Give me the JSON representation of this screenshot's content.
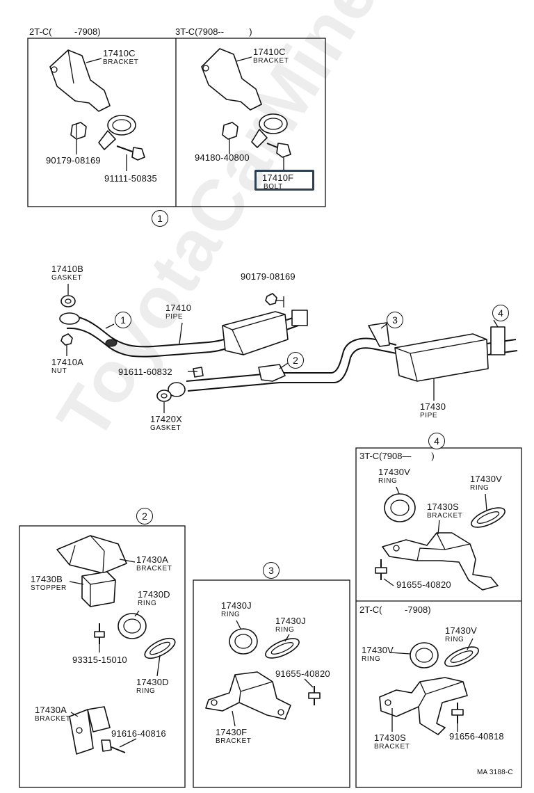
{
  "watermark": "ToyotaCarMine.ru",
  "footer_code": "MA 3188-C",
  "headers": {
    "p1_left": "2T-C(         -7908)",
    "p1_right": "3T-C(7908--          )",
    "p4_top": "3T-C(7908—        )",
    "p4_bottom": "2T-C(         -7908)"
  },
  "callouts": {
    "c1": "1",
    "c2": "2",
    "c3": "3",
    "c4": "4"
  },
  "parts": {
    "p1_17410c_a": {
      "num": "17410C",
      "name": "BRACKET"
    },
    "p1_90179_a": {
      "num": "90179-08169",
      "name": ""
    },
    "p1_91111": {
      "num": "91111-50835",
      "name": ""
    },
    "p1_17410c_b": {
      "num": "17410C",
      "name": "BRACKET"
    },
    "p1_94180": {
      "num": "94180-40800",
      "name": ""
    },
    "p1_17410f": {
      "num": "17410F",
      "name": "BOLT"
    },
    "m_17410b": {
      "num": "17410B",
      "name": "GASKET"
    },
    "m_90179": {
      "num": "90179-08169",
      "name": ""
    },
    "m_17410": {
      "num": "17410",
      "name": "PIPE"
    },
    "m_17410a": {
      "num": "17410A",
      "name": "NUT"
    },
    "m_91611": {
      "num": "91611-60832",
      "name": ""
    },
    "m_17420x": {
      "num": "17420X",
      "name": "GASKET"
    },
    "m_17430": {
      "num": "17430",
      "name": "PIPE"
    },
    "p2_17430a": {
      "num": "17430A",
      "name": "BRACKET"
    },
    "p2_17430b": {
      "num": "17430B",
      "name": "STOPPER"
    },
    "p2_17430d_a": {
      "num": "17430D",
      "name": "RING"
    },
    "p2_93315": {
      "num": "93315-15010",
      "name": ""
    },
    "p2_17430d_b": {
      "num": "17430D",
      "name": "RING"
    },
    "p2_17430a_b": {
      "num": "17430A",
      "name": "BRACKET"
    },
    "p2_91616": {
      "num": "91616-40816",
      "name": ""
    },
    "p3_17430j_a": {
      "num": "17430J",
      "name": "RING"
    },
    "p3_17430j_b": {
      "num": "17430J",
      "name": "RING"
    },
    "p3_91655": {
      "num": "91655-40820",
      "name": ""
    },
    "p3_17430f": {
      "num": "17430F",
      "name": "BRACKET"
    },
    "p4_17430v_a": {
      "num": "17430V",
      "name": "RING"
    },
    "p4_17430v_b": {
      "num": "17430V",
      "name": "RING"
    },
    "p4_17430s_a": {
      "num": "17430S",
      "name": "BRACKET"
    },
    "p4_91655": {
      "num": "91655-40820",
      "name": ""
    },
    "p4_17430v_c": {
      "num": "17430V",
      "name": "RING"
    },
    "p4_17430v_d": {
      "num": "17430V",
      "name": "RING"
    },
    "p4_17430s_b": {
      "num": "17430S",
      "name": "BRACKET"
    },
    "p4_91656": {
      "num": "91656-40818",
      "name": ""
    }
  }
}
